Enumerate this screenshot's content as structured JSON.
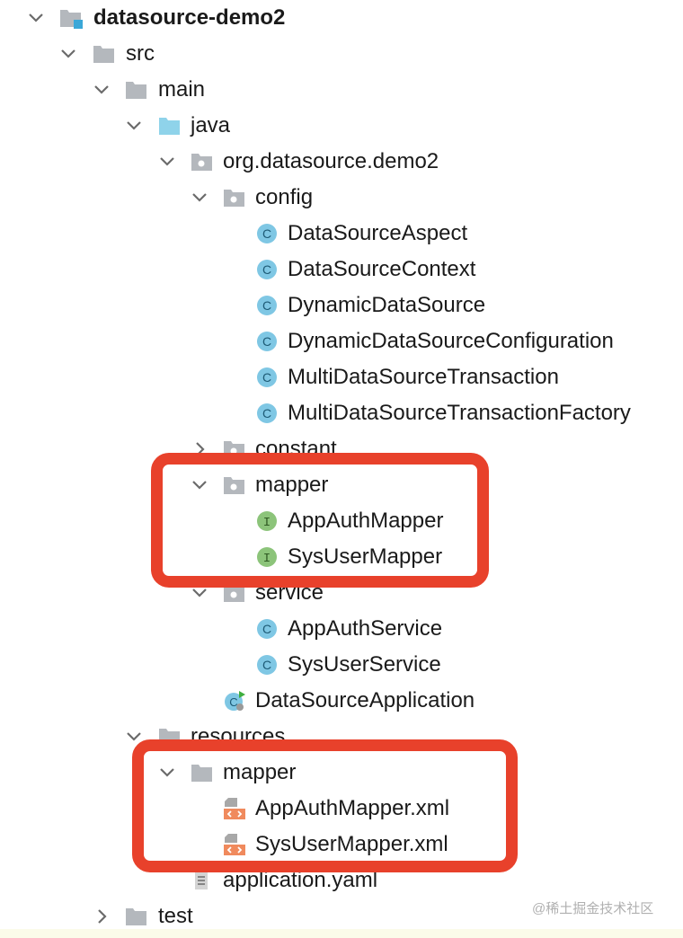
{
  "tree": {
    "project": "datasource-demo2",
    "src": "src",
    "main": "main",
    "java": "java",
    "package": "org.datasource.demo2",
    "config": "config",
    "config_classes": [
      "DataSourceAspect",
      "DataSourceContext",
      "DynamicDataSource",
      "DynamicDataSourceConfiguration",
      "MultiDataSourceTransaction",
      "MultiDataSourceTransactionFactory"
    ],
    "constant": "constant",
    "mapper": "mapper",
    "mapper_interfaces": [
      "AppAuthMapper",
      "SysUserMapper"
    ],
    "service": "service",
    "service_classes": [
      "AppAuthService",
      "SysUserService"
    ],
    "application_class": "DataSourceApplication",
    "resources": "resources",
    "resources_mapper": "mapper",
    "xml_files": [
      "AppAuthMapper.xml",
      "SysUserMapper.xml"
    ],
    "yaml_file": "application.yaml",
    "test": "test"
  },
  "icons": {
    "class_letter": "C",
    "interface_letter": "I"
  },
  "colors": {
    "highlight": "#e8412b",
    "class_icon": "#7fc7e4",
    "interface_icon": "#8cc47a",
    "folder": "#b4b8bd",
    "source_folder": "#8fd3ea",
    "xml_icon": "#f08a5d"
  },
  "watermark": "@稀土掘金技术社区"
}
